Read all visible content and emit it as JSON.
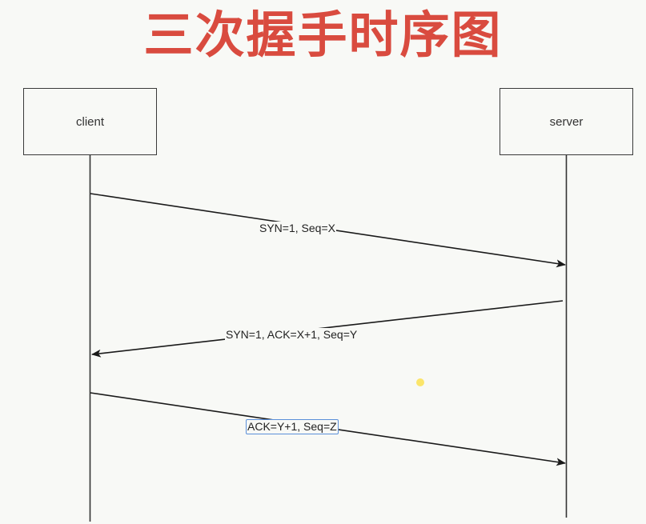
{
  "title": "三次握手时序图",
  "colors": {
    "title": "#d94b3f",
    "line": "#1a1a1a",
    "selection": "#5b8fd9",
    "cursor_highlight": "#fbe56a",
    "background": "#f8f9f6"
  },
  "actors": [
    {
      "id": "client",
      "label": "client"
    },
    {
      "id": "server",
      "label": "server"
    }
  ],
  "messages": [
    {
      "from": "client",
      "to": "server",
      "label": "SYN=1, Seq=X"
    },
    {
      "from": "server",
      "to": "client",
      "label": "SYN=1, ACK=X+1, Seq=Y"
    },
    {
      "from": "client",
      "to": "server",
      "label": "ACK=Y+1, Seq=Z",
      "selected": true
    }
  ]
}
